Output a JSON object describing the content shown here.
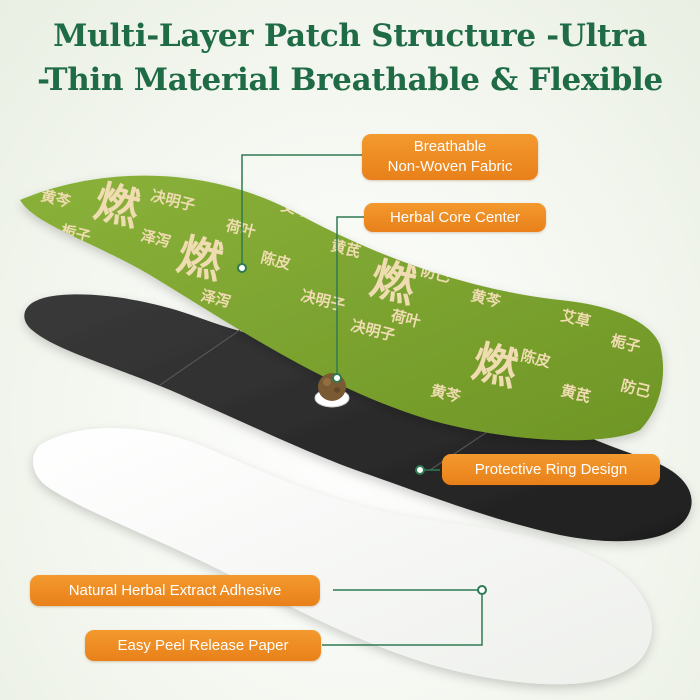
{
  "title": {
    "line1": "Multi-Layer Patch Structure -Ultra",
    "line2": "-Thin Material Breathable & Flexible"
  },
  "labels": {
    "fabric_line1": "Breathable",
    "fabric_line2": "Non-Woven Fabric",
    "herbal_core": "Herbal Core Center",
    "protective_ring": "Protective Ring Design",
    "adhesive": "Natural Herbal Extract Adhesive",
    "release_paper": "Easy Peel Release Paper"
  },
  "patch_text": {
    "large_char": "燃",
    "herbs": [
      "黄芩",
      "决明子",
      "荷叶",
      "艾草",
      "栀子",
      "泽泻",
      "陈皮",
      "黄芪",
      "防己"
    ]
  },
  "colors": {
    "title": "#1f6b46",
    "label_bg": "#ec8a22",
    "fabric_green": "#7ea32c",
    "fabric_text": "#efdcb0",
    "adhesive_layer": "#2b2b2b",
    "connector": "#2e7a52"
  }
}
